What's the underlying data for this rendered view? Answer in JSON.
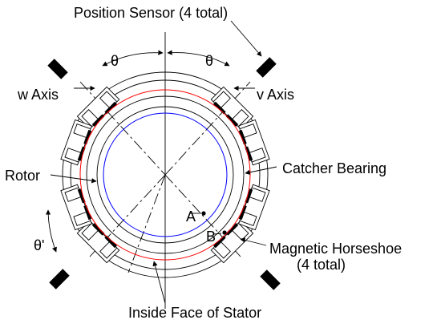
{
  "labels": {
    "position_sensor": "Position Sensor (4 total)",
    "w_axis": "w Axis",
    "v_axis": "v Axis",
    "theta_left": "θ",
    "theta_right": "θ",
    "theta_prime": "θ'",
    "rotor": "Rotor",
    "catcher_bearing": "Catcher Bearing",
    "point_a": "A",
    "point_b": "B",
    "magnetic_horseshoe_line1": "Magnetic Horseshoe",
    "magnetic_horseshoe_line2": "(4 total)",
    "inside_face_of_stator": "Inside Face of Stator"
  },
  "colors": {
    "outline": "#000000",
    "stator_inner_face": "#ff0000",
    "rotor": "#0000ff",
    "background": "#ffffff"
  }
}
